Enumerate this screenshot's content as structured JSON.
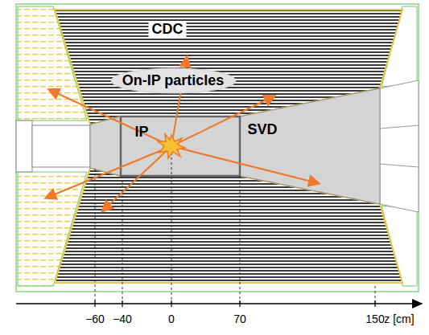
{
  "diagram": {
    "nodes": [
      {
        "text": [
          "On-IP particles"
        ]
      }
    ],
    "labels": [
      "CDC",
      "IP",
      "SVD",
      "−60",
      "−40",
      "0",
      "70",
      "150",
      "z [cm]"
    ]
  }
}
